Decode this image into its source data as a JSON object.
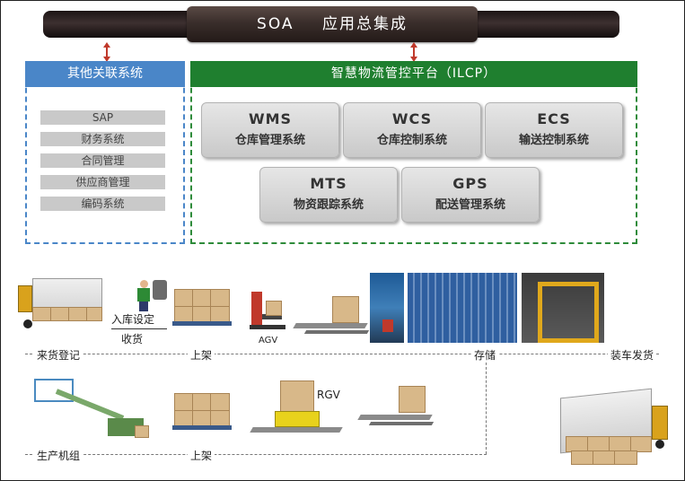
{
  "soa": {
    "part1": "SOA",
    "part2": "应用总集成"
  },
  "other_systems": {
    "title": "其他关联系统",
    "items": [
      "SAP",
      "财务系统",
      "合同管理",
      "供应商管理",
      "编码系统"
    ]
  },
  "platform": {
    "title": "智慧物流管控平台（ILCP）",
    "systems": [
      {
        "code": "WMS",
        "name": "仓库管理系统"
      },
      {
        "code": "WCS",
        "name": "仓库控制系统"
      },
      {
        "code": "ECS",
        "name": "输送控制系统"
      },
      {
        "code": "MTS",
        "name": "物资跟踪系统"
      },
      {
        "code": "GPS",
        "name": "配送管理系统"
      }
    ]
  },
  "flow": {
    "receive": "来货登记",
    "inbound_label": "入库设定",
    "inbound_sub": "收货",
    "shelf_top": "上架",
    "agv": "AGV",
    "storage": "存储",
    "ship": "装车发货",
    "production": "生产机组",
    "shelf_bottom": "上架",
    "rgv": "RGV"
  }
}
